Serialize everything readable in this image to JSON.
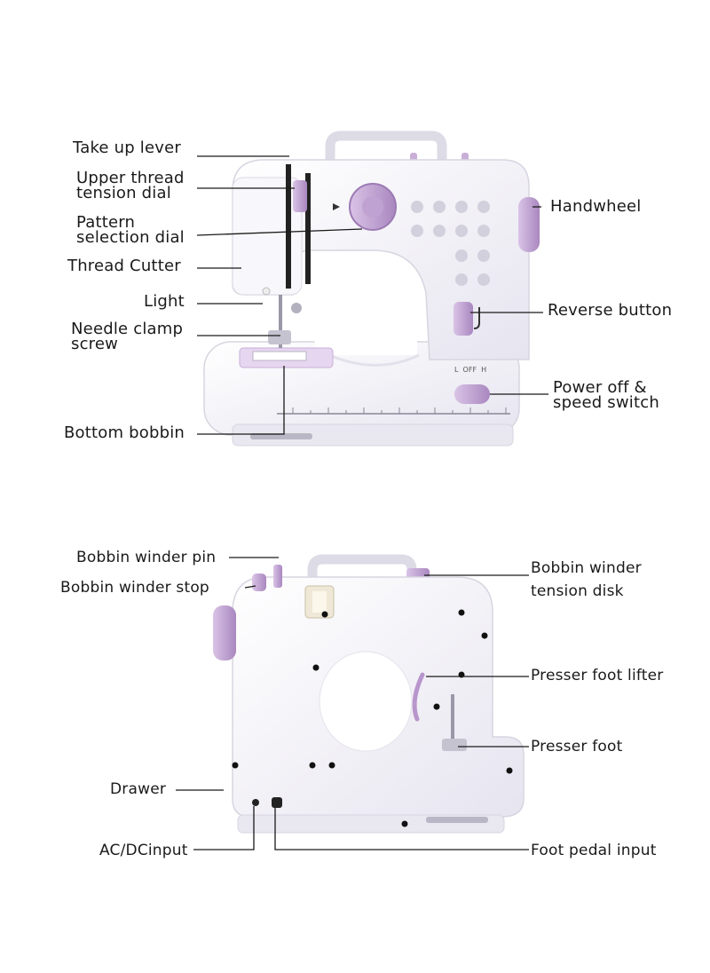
{
  "front": {
    "labels": {
      "take_up_lever": "Take up lever",
      "upper_thread_1": "Upper thread",
      "upper_thread_2": "tension dial",
      "pattern_1": "Pattern",
      "pattern_2": "selection dial",
      "thread_cutter": "Thread Cutter",
      "light": "Light",
      "needle_clamp_1": "Needle clamp",
      "needle_clamp_2": "screw",
      "bottom_bobbin": "Bottom bobbin",
      "handwheel": "Handwheel",
      "reverse_button": "Reverse button",
      "power_1": "Power off &",
      "power_2": "speed switch"
    },
    "switch_marks": "L  OFF  H"
  },
  "back": {
    "labels": {
      "bobbin_winder_pin": "Bobbin winder pin",
      "bobbin_winder_stop": "Bobbin winder stop",
      "tension_disk_1": "Bobbin winder",
      "tension_disk_2": "tension disk",
      "presser_foot_lifter": "Presser foot lifter",
      "presser_foot": "Presser foot",
      "drawer": "Drawer",
      "ac_dc_input": "AC/DCinput",
      "foot_pedal_input": "Foot pedal input"
    }
  },
  "colors": {
    "body": "#f3f2f8",
    "lilac": "#c9aed8",
    "lilac_dark": "#a987bf",
    "line": "#1a1a1a"
  }
}
